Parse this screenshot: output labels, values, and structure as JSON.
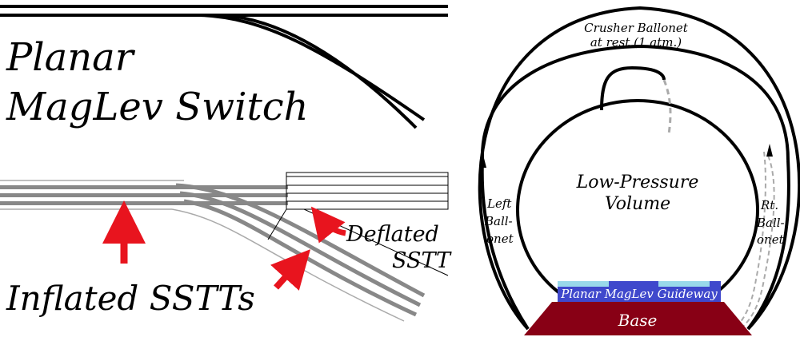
{
  "left": {
    "title_line1": "Planar",
    "title_line2": "MagLev Switch",
    "label_inflated": "Inflated SSTTs",
    "label_deflated_line1": "Deflated",
    "label_deflated_line2": "SSTT"
  },
  "right": {
    "crusher_line1": "Crusher Ballonet",
    "crusher_line2": "at rest (1 atm.)",
    "low_pressure_line1": "Low-Pressure",
    "low_pressure_line2": "Volume",
    "left_ballonet_line1": "Left",
    "left_ballonet_line2": "Ball-",
    "left_ballonet_line3": "onet",
    "right_ballonet_line1": "Rt.",
    "right_ballonet_line2": "Ball-",
    "right_ballonet_line3": "onet",
    "guideway_label": "Planar MagLev Guideway",
    "base_label": "Base"
  },
  "colors": {
    "arrow": "#e8141e",
    "track_gray": "#888888",
    "guideway_blue": "#3f48cc",
    "guideway_light": "#99d9ea",
    "base": "#880015",
    "dashed": "#aaaaaa"
  }
}
